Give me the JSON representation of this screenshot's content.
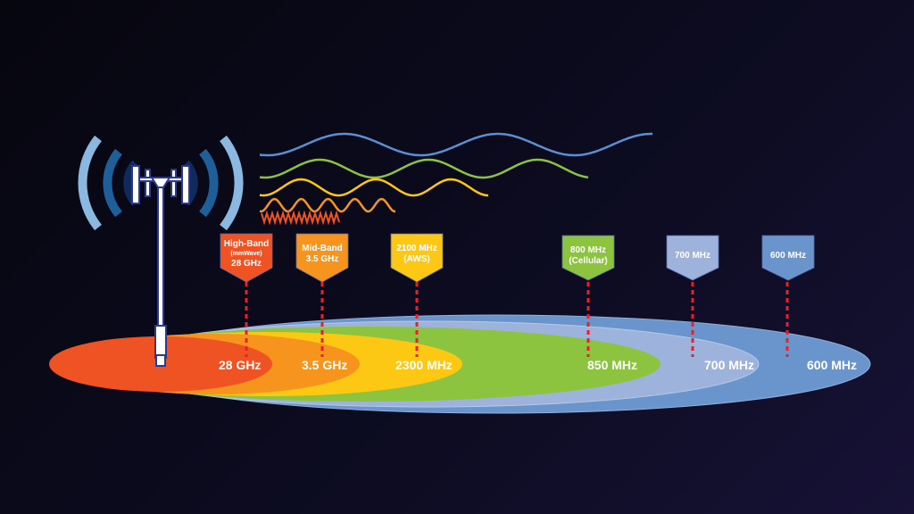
{
  "colors": {
    "highband": "#f05323",
    "midband": "#f7941d",
    "aws": "#fcc814",
    "cellular": "#8cc43f",
    "mhz700": "#9db3dc",
    "mhz600": "#6a95cc",
    "dash": "#e8202a",
    "tower": "#ffffff",
    "tower_outline": "#2b3990"
  },
  "bands": [
    {
      "tag": [
        "High-Band",
        "(mmWave)",
        "28 GHz"
      ],
      "range_label": "28 GHz"
    },
    {
      "tag": [
        "Mid-Band",
        "3.5 GHz"
      ],
      "range_label": "3.5 GHz"
    },
    {
      "tag": [
        "2100 MHz",
        "(AWS)"
      ],
      "range_label": "2300 MHz"
    },
    {
      "tag": [
        "800 MHz",
        "(Cellular)"
      ],
      "range_label": "850 MHz"
    },
    {
      "tag": [
        "700 MHz"
      ],
      "range_label": "700 MHz"
    },
    {
      "tag": [
        "600 MHz"
      ],
      "range_label": "600 MHz"
    }
  ]
}
